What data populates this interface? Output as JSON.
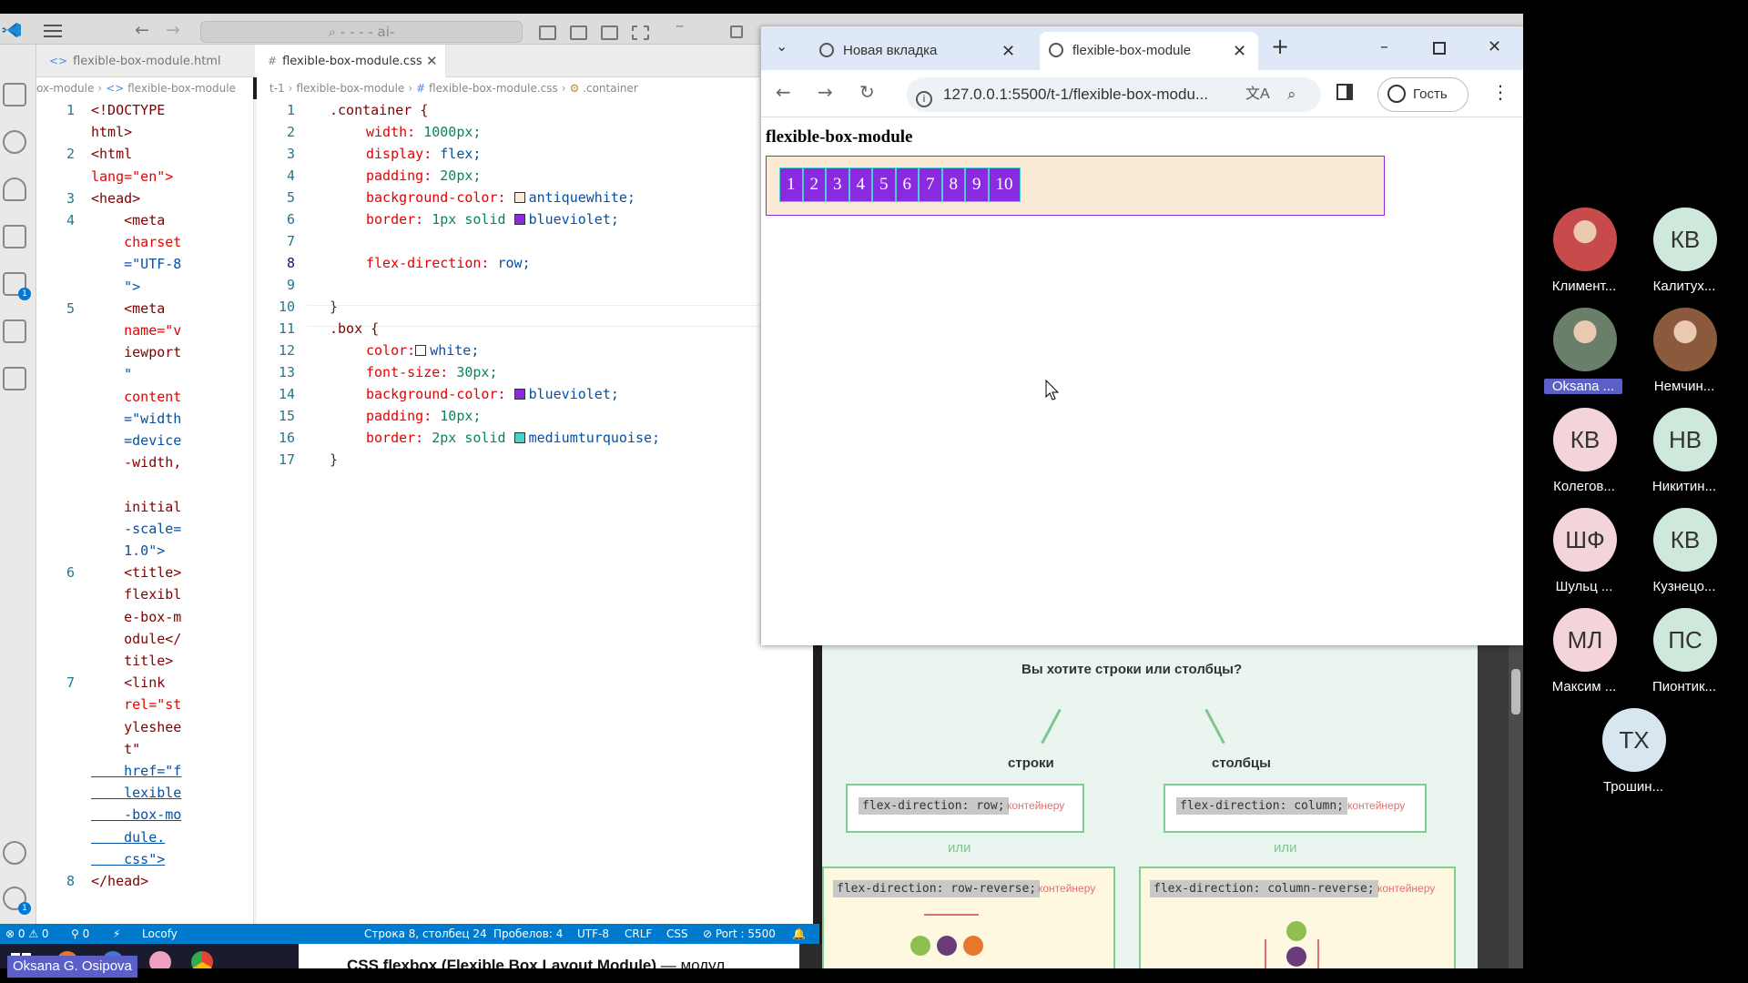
{
  "vscode": {
    "search_placeholder": "⌕ - - - - ai-",
    "tabs": [
      {
        "label": "flexible-box-module.html",
        "active": false
      },
      {
        "label": "flexible-box-module.css",
        "active": true
      }
    ],
    "more_label": "···",
    "html_breadcrumb": [
      "ox-module",
      "flexible-box-module"
    ],
    "css_breadcrumb": [
      "t-1",
      "flexible-box-module",
      "flexible-box-module.css",
      ".container"
    ],
    "scm_badge": "1",
    "status": {
      "problems": "⊗ 0 ⚠ 0",
      "ports": "⚲ 0",
      "locofy": "Locofy",
      "position": "Строка 8, столбец 24",
      "spaces": "Пробелов: 4",
      "encoding": "UTF-8",
      "eol": "CRLF",
      "language": "CSS",
      "port": "⊘ Port : 5500",
      "bell": "🔔"
    }
  },
  "html_lines": [
    {
      "n": "1",
      "t": "<!DOCTYPE"
    },
    {
      "n": "",
      "t": "html>"
    },
    {
      "n": "2",
      "t": "<html"
    },
    {
      "n": "",
      "t": "lang=\"en\">"
    },
    {
      "n": "3",
      "t": "<head>"
    },
    {
      "n": "4",
      "t": "    <meta"
    },
    {
      "n": "",
      "t": "    charset"
    },
    {
      "n": "",
      "t": "    =\"UTF-8"
    },
    {
      "n": "",
      "t": "    \">"
    },
    {
      "n": "5",
      "t": "    <meta"
    },
    {
      "n": "",
      "t": "    name=\"v"
    },
    {
      "n": "",
      "t": "    iewport"
    },
    {
      "n": "",
      "t": "    \""
    },
    {
      "n": "",
      "t": "    content"
    },
    {
      "n": "",
      "t": "    =\"width"
    },
    {
      "n": "",
      "t": "    =device"
    },
    {
      "n": "",
      "t": "    -width,"
    },
    {
      "n": "",
      "t": ""
    },
    {
      "n": "",
      "t": "    initial"
    },
    {
      "n": "",
      "t": "    -scale="
    },
    {
      "n": "",
      "t": "    1.0\">"
    },
    {
      "n": "6",
      "t": "    <title>"
    },
    {
      "n": "",
      "t": "    flexibl"
    },
    {
      "n": "",
      "t": "    e-box-m"
    },
    {
      "n": "",
      "t": "    odule</"
    },
    {
      "n": "",
      "t": "    title>"
    },
    {
      "n": "7",
      "t": "    <link"
    },
    {
      "n": "",
      "t": "    rel=\"st"
    },
    {
      "n": "",
      "t": "    ylesheе"
    },
    {
      "n": "",
      "t": "    t\""
    },
    {
      "n": "",
      "t": "    href=\"f"
    },
    {
      "n": "",
      "t": "    lexible"
    },
    {
      "n": "",
      "t": "    -box-mo"
    },
    {
      "n": "",
      "t": "    dule."
    },
    {
      "n": "",
      "t": "    css\">"
    },
    {
      "n": "8",
      "t": "</head>"
    }
  ],
  "css": {
    "l1": ".container {",
    "width_prop": "width:",
    "width_val": "1000px;",
    "display_prop": "display:",
    "display_val": "flex;",
    "padding_prop": "padding:",
    "padding_val": "20px;",
    "bg_prop": "background-color:",
    "bg_val": "antiquewhite;",
    "border_prop": "border:",
    "border_val": "1px solid",
    "border_color": "blueviolet;",
    "fd_prop": "flex-direction:",
    "fd_val": "row;",
    "close": "}",
    "box_sel": ".box {",
    "color_prop": "color:",
    "color_val": "white;",
    "fs_prop": "font-size:",
    "fs_val": "30px;",
    "bg2_prop": "background-color:",
    "bg2_val": "blueviolet;",
    "pad2_prop": "padding:",
    "pad2_val": "10px;",
    "border2_prop": "border:",
    "border2_val": "2px solid",
    "border2_color": "mediumturquoise;",
    "line_numbers": [
      "1",
      "2",
      "3",
      "4",
      "5",
      "6",
      "7",
      "8",
      "9",
      "10",
      "11",
      "12",
      "13",
      "14",
      "15",
      "16",
      "17"
    ],
    "swatches": {
      "antiquewhite": "#faebd7",
      "blueviolet": "#8a2be2",
      "white": "#ffffff",
      "mediumturquoise": "#48d1cc"
    }
  },
  "browser": {
    "tabs": [
      {
        "label": "Новая вкладка",
        "active": false
      },
      {
        "label": "flexible-box-module",
        "active": true
      }
    ],
    "url": "127.0.0.1:5500/t-1/flexible-box-modu...",
    "guest_label": "Гость",
    "page_heading": "flexible-box-module",
    "boxes": [
      "1",
      "2",
      "3",
      "4",
      "5",
      "6",
      "7",
      "8",
      "9",
      "10"
    ]
  },
  "background_doc": {
    "question": "Вы хотите строки или столбцы?",
    "rows_label": "строки",
    "cols_label": "столбцы",
    "or_label": "или",
    "contain_label": "контейнеру",
    "codes": [
      "flex-direction: row;",
      "flex-direction: column;",
      "flex-direction: row-reverse;",
      "flex-direction: column-reverse;"
    ],
    "article_title": "CSS flexbox (Flexible Box Layout Module)",
    "article_rest": " — модул"
  },
  "participants": [
    {
      "initials": "",
      "name": "Климент...",
      "photo": true,
      "color": "#c84b4b"
    },
    {
      "initials": "КВ",
      "name": "Калитух...",
      "photo": false,
      "color": "#cfe8dc"
    },
    {
      "initials": "",
      "name": "Oksana ...",
      "photo": true,
      "color": "#6a7f6a",
      "tag": true
    },
    {
      "initials": "",
      "name": "Немчин...",
      "photo": true,
      "color": "#8b5a3c"
    },
    {
      "initials": "КВ",
      "name": "Колегов...",
      "photo": false,
      "color": "#f3d4d8"
    },
    {
      "initials": "НВ",
      "name": "Никитин...",
      "photo": false,
      "color": "#cfe8dc"
    },
    {
      "initials": "ШФ",
      "name": "Шульц ...",
      "photo": false,
      "color": "#f3d4d8"
    },
    {
      "initials": "КВ",
      "name": "Кузнецо...",
      "photo": false,
      "color": "#cfe8dc"
    },
    {
      "initials": "МЛ",
      "name": "Максим ...",
      "photo": false,
      "color": "#f3d4d8"
    },
    {
      "initials": "ПС",
      "name": "Пионтик...",
      "photo": false,
      "color": "#cfe8dc"
    },
    {
      "initials": "ТХ",
      "name": "Трошин...",
      "photo": false,
      "color": "#d8e6f0"
    }
  ],
  "self_name": "Oksana G. Osipova"
}
